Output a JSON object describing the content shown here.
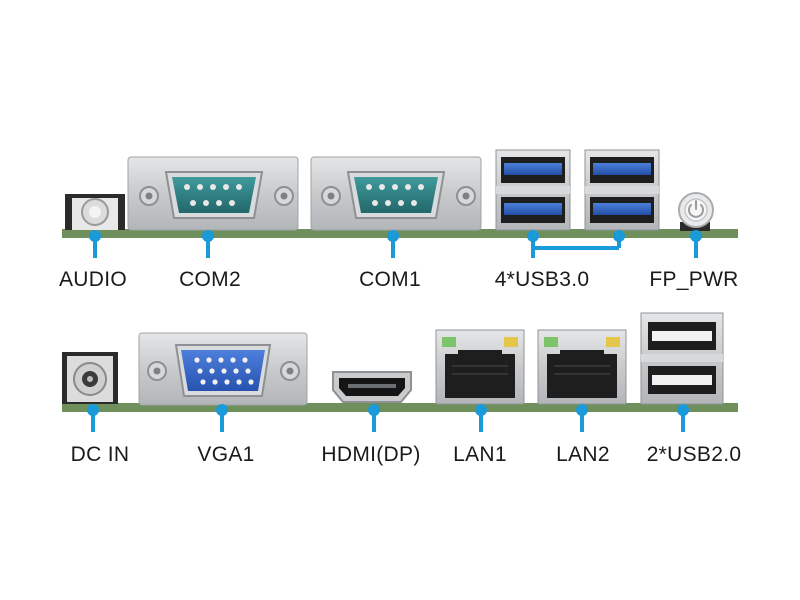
{
  "colors": {
    "pcb_green": "#6f8f5c",
    "pointer_blue": "#1a9ad8",
    "metal": "#cfd1d3",
    "db9_teal": "#2f7d80",
    "usb3_blue": "#2f64c4",
    "vga_blue": "#3467c8",
    "text": "#1a1a1a"
  },
  "top_row": {
    "labels": {
      "audio": "AUDIO",
      "com2": "COM2",
      "com1": "COM1",
      "usb30": "4*USB3.0",
      "fp_pwr": "FP_PWR"
    }
  },
  "bottom_row": {
    "labels": {
      "dc_in": "DC IN",
      "vga1": "VGA1",
      "hdmi": "HDMI(DP)",
      "lan1": "LAN1",
      "lan2": "LAN2",
      "usb20": "2*USB2.0"
    }
  },
  "icons": {
    "power": "power-icon"
  }
}
